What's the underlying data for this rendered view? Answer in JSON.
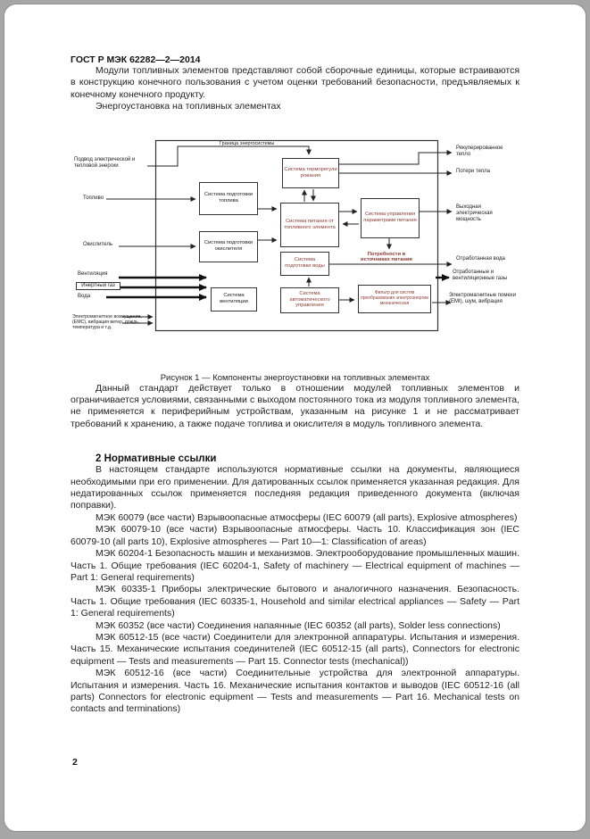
{
  "page": {
    "header": "ГОСТ Р МЭК 62282—2—2014",
    "page_number": "2"
  },
  "intro": {
    "p1": "Модули топливных элементов представляют собой сборочные единицы, которые встраиваются в конструкцию конечного пользования с учетом оценки требований безопасности, предъявляемых к конечному конечного продукту.",
    "p2": "Энергоустановка на топливных элементах"
  },
  "figure": {
    "caption": "Рисунок 1 — Компоненты энергоустановки на топливных элементах",
    "boundary": "Граница энергосистемы",
    "in_power": "Подвод электрической и тепловой энергии",
    "in_fuel": "Топливо",
    "in_oxidizer": "Окислитель",
    "in_vent": "Вентиляция",
    "in_inert": "Инертный газ",
    "in_water": "Вода",
    "in_emc": "Электромагнитное возмущение, (ЕМС), вибрация ветер, дождь, температура и т.д.",
    "box_fuel_prep": "Система подготовки топлива",
    "box_thermo": "Система терморегули рования",
    "box_cell": "Система питания от топливного элемента",
    "box_control": "Система управления параметрами питания",
    "box_oxidizer_prep": "Система подготовки окислителя",
    "box_water_prep": "Система подготовки воды",
    "box_vent": "Система вентиляции",
    "box_auto": "Система автоматического управления",
    "label_needs": "Потребности в источниках питания",
    "box_filter": "Фильтр для систем преобразования электроэнергии механическая",
    "out_recuperated": "Рекуперированное тепло",
    "out_heat_loss": "Потери тепла",
    "out_power": "Выходная электрическая мощность",
    "out_water": "Отработанная вода",
    "out_gases": "Отработанные и вентиляционные газы",
    "out_emi": "Электромагнитные помехи (EMI), шум, вибрация"
  },
  "after_figure": {
    "p1": "Данный стандарт действует только в отношении модулей топливных элементов и ограничивается условиями, связанными с выходом постоянного тока из модуля топливного элемента, не применяется к периферийным устройствам, указанным на рисунке 1 и не рассматривает требований к хранению, а также подаче топлива и окислителя в модуль топливного элемента.",
    "p2": ""
  },
  "section2": {
    "title": "2 Нормативные ссылки",
    "p1": "В настоящем стандарте используются нормативные ссылки на документы, являющиеся необходимыми при его применении. Для датированных ссылок применяется указанная редакция. Для недатированных ссылок применяется последняя редакция приведенного документа (включая поправки).",
    "refs": [
      "МЭК 60079 (все части) Взрывоопасные атмосферы (IEC 60079 (all parts), Explosive atmospheres)",
      "МЭК 60079-10 (все части) Взрывоопасные атмосферы. Часть 10. Классификация зон (IEC 60079-10 (all parts 10), Explosive atmospheres — Part 10—1: Classification of areas)",
      "МЭК 60204-1 Безопасность машин и механизмов. Электрооборудование промышленных машин. Часть 1. Общие требования (IEC 60204-1, Safety of machinery — Electrical equipment of machines — Part 1: General requirements)",
      "МЭК 60335-1 Приборы электрические бытового и аналогичного назначения. Безопасность. Часть 1. Общие требования (IEC 60335-1, Household and similar electrical appliances — Safety — Part 1: General requirements)",
      "МЭК 60352 (все части) Соединения напаянные (IEC 60352 (all parts), Solder less connections)",
      "МЭК 60512-15 (все части) Соединители для электронной аппаратуры. Испытания и измерения. Часть 15. Механические испытания соединителей (IEC 60512-15 (all parts), Connectors for electronic equipment — Tests and measurements — Part 15. Connector tests (mechanical))",
      "МЭК 60512-16 (все части) Соединительные устройства для электронной аппаратуры. Испытания и измерения. Часть 16. Механические испытания контактов и выводов (IEC 60512-16 (all parts) Connectors for electronic equipment — Tests and measurements — Part 16. Mechanical tests on contacts and terminations)"
    ]
  }
}
